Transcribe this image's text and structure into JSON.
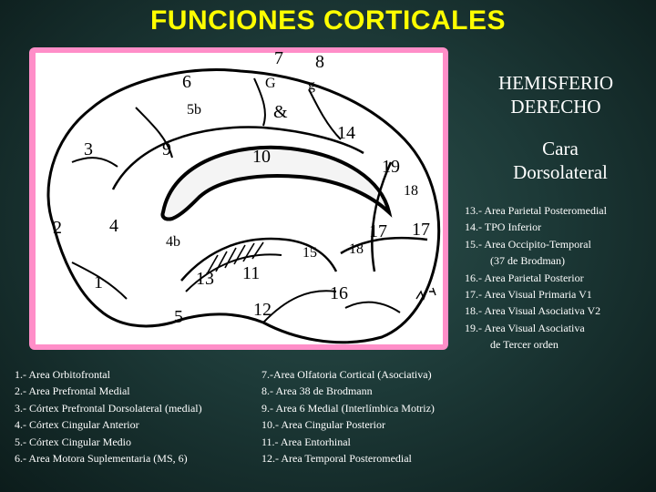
{
  "title": "FUNCIONES CORTICALES",
  "hemisphere": {
    "line1": "HEMISFERIO",
    "line2": "DERECHO"
  },
  "view": {
    "line1": "Cara",
    "line2": "Dorsolateral"
  },
  "figure_labels": {
    "n7": "7",
    "n8": "8",
    "n6": "6",
    "G": "G",
    "g": "g",
    "n5b": "5b",
    "amp": "&",
    "n14": "14",
    "n3": "3",
    "n9": "9",
    "n10": "10",
    "n19": "19",
    "n18a": "18",
    "n2": "2",
    "n4": "4",
    "n4b": "4b",
    "n17a": "17",
    "n17b": "17",
    "n15": "15",
    "n18b": "18",
    "n1": "1",
    "n13": "13",
    "n11": "11",
    "n16": "16",
    "n5": "5",
    "n12": "12"
  },
  "legend_left": [
    "1.- Area Orbitofrontal",
    "2.- Area Prefrontal Medial",
    "3.- Córtex Prefrontal Dorsolateral (medial)",
    "4.- Córtex Cingular Anterior",
    "5.- Córtex Cingular Medio",
    "6.- Area Motora Suplementaria (MS, 6)"
  ],
  "legend_middle": [
    "7.-Area Olfatoria Cortical (Asociativa)",
    "8.- Area 38 de Brodmann",
    "9.- Area 6 Medial (Interlímbica Motriz)",
    "10.- Area Cingular Posterior",
    "11.- Area Entorhinal",
    "12.- Area Temporal Posteromedial"
  ],
  "legend_right": [
    "13.- Area Parietal Posteromedial",
    "14.- TPO Inferior",
    "15.- Area Occipito-Temporal",
    "(37 de Brodman)",
    "16.- Area Parietal Posterior",
    "17.- Area Visual Primaria V1",
    "18.- Area Visual Asociativa V2",
    "19.- Area Visual Asociativa",
    "de Tercer orden"
  ]
}
